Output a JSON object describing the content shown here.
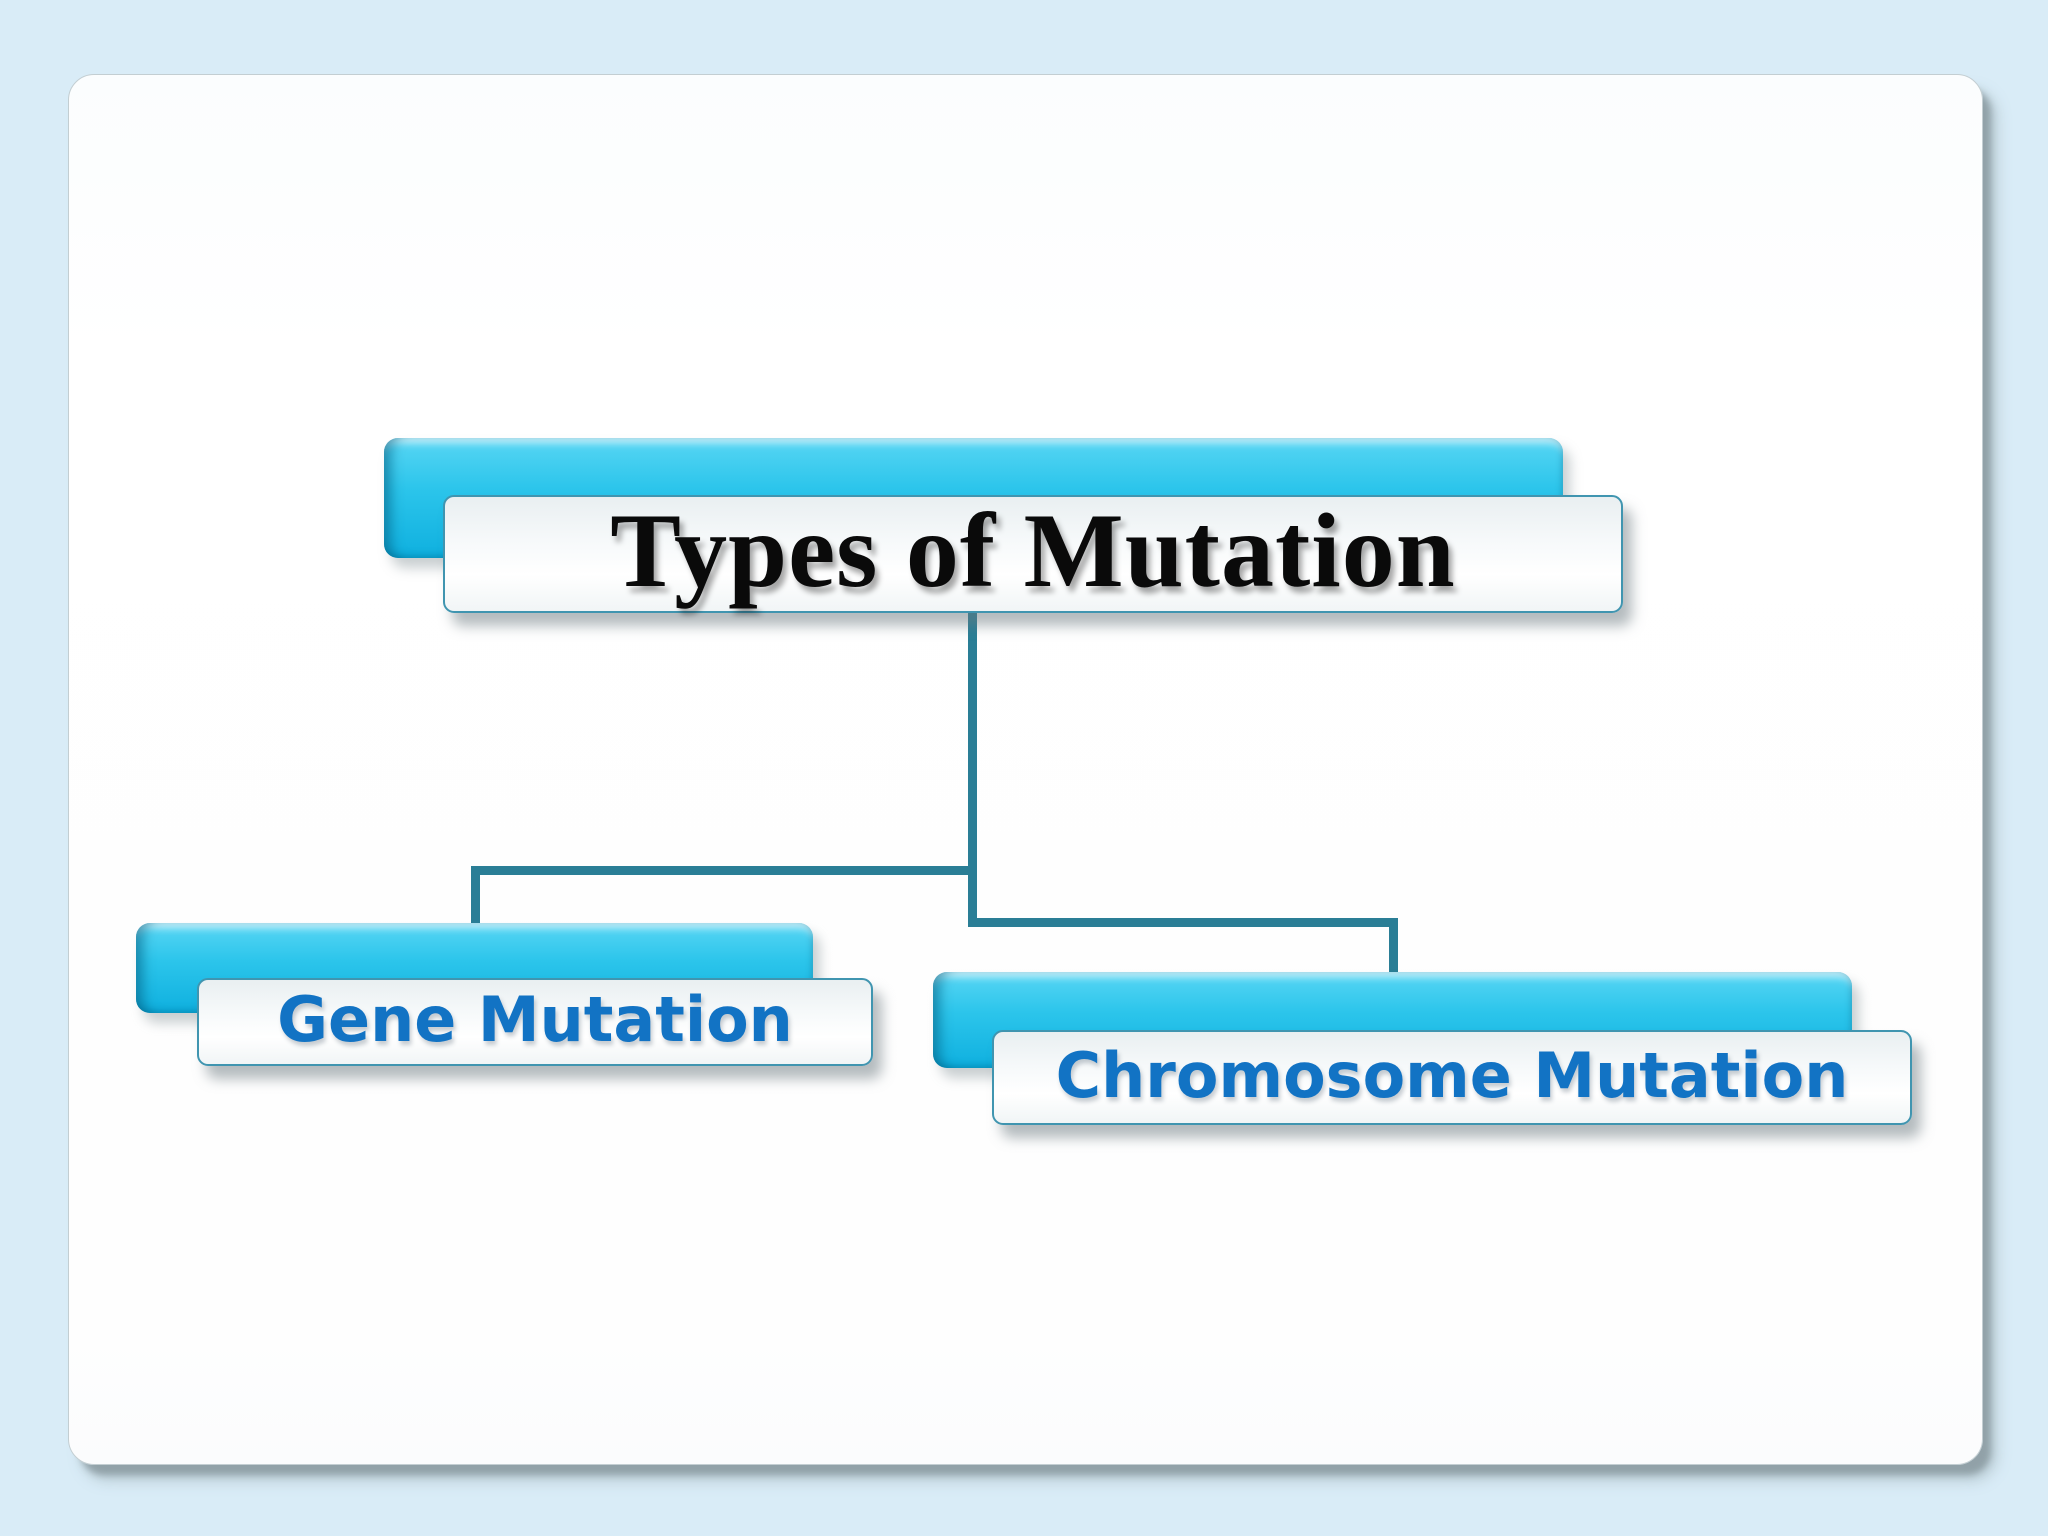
{
  "slide": {
    "diagram_type": "hierarchy",
    "title_node": {
      "label": "Types of Mutation"
    },
    "child_nodes": [
      {
        "label": "Gene Mutation"
      },
      {
        "label": "Chromosome Mutation"
      }
    ]
  },
  "colors": {
    "page_background": "#d9ecf7",
    "card_background": "#ffffff",
    "node_accent_cyan_top": "#58d6f4",
    "node_accent_cyan_bottom": "#0fb0df",
    "node_border_teal": "#4095b0",
    "connector_teal": "#2a7e96",
    "title_text": "#0a0a0a",
    "child_text": "#1273c4"
  }
}
